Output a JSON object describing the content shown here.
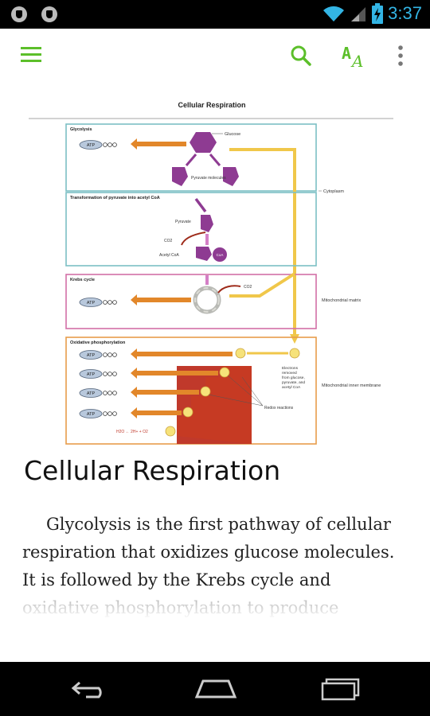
{
  "status_bar": {
    "time": "3:37"
  },
  "toolbar": {
    "menu_icon": "menu-icon",
    "search_icon": "search-icon",
    "font_icon": "text-size-icon",
    "overflow_icon": "more-vert-icon",
    "accent": "#5cbf2a"
  },
  "figure": {
    "title": "Cellular Respiration",
    "side_labels": [
      "Cytoplasm",
      "Mitochondrial matrix",
      "Mitochondrial inner membrane"
    ],
    "panels": [
      {
        "title": "Glycolysis",
        "labels": [
          "Glucose",
          "Pyruvate molecules",
          "ATP"
        ]
      },
      {
        "title": "Transformation of pyruvate into acetyl CoA",
        "labels": [
          "Pyruvate",
          "CO2",
          "Acetyl CoA",
          "CoA"
        ]
      },
      {
        "title": "Krebs cycle",
        "labels": [
          "CO2",
          "ATP"
        ]
      },
      {
        "title": "Oxidative phosphorylation",
        "labels": [
          "Electrons removed from glucose, pyruvate, and acetyl CoA",
          "Redox reactions",
          "H2O ← 2H+ + O2",
          "ATP",
          "ATP",
          "ATP",
          "ATP"
        ]
      }
    ]
  },
  "article": {
    "heading": "Cellular Respiration",
    "paragraph": "Glycolysis is the first pathway of cellular respiration that oxidizes glucose molecules. It is followed by the Krebs cycle and oxidative phosphorylation to produce"
  }
}
